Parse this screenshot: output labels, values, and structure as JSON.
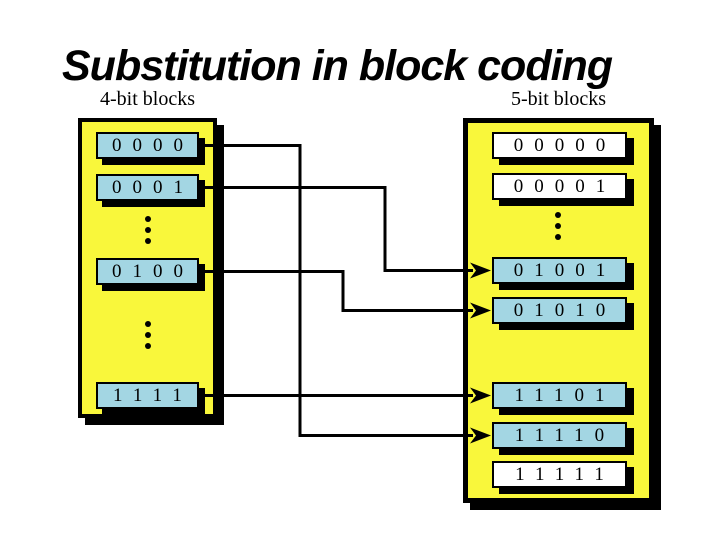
{
  "title": "Substitution in block coding",
  "left_panel": {
    "label": "4-bit blocks",
    "blocks": [
      "0000",
      "0001",
      "0100",
      "1111"
    ]
  },
  "right_panel": {
    "label": "5-bit blocks",
    "blocks": [
      "00000",
      "00001",
      "01001",
      "01010",
      "11101",
      "11110",
      "11111"
    ]
  },
  "mappings": [
    {
      "from": "0000",
      "to": "11110"
    },
    {
      "from": "0001",
      "to": "01001"
    },
    {
      "from": "0100",
      "to": "01010"
    },
    {
      "from": "1111",
      "to": "11101"
    }
  ],
  "icons": {
    "vertical_ellipsis": "⋮",
    "arrowhead": "▶"
  },
  "colors": {
    "panel_yellow": "#F9F73B",
    "block_blue": "#A3D6E3",
    "block_white": "#FFFFFF",
    "line_black": "#000000",
    "background": "#FFFFFF"
  }
}
